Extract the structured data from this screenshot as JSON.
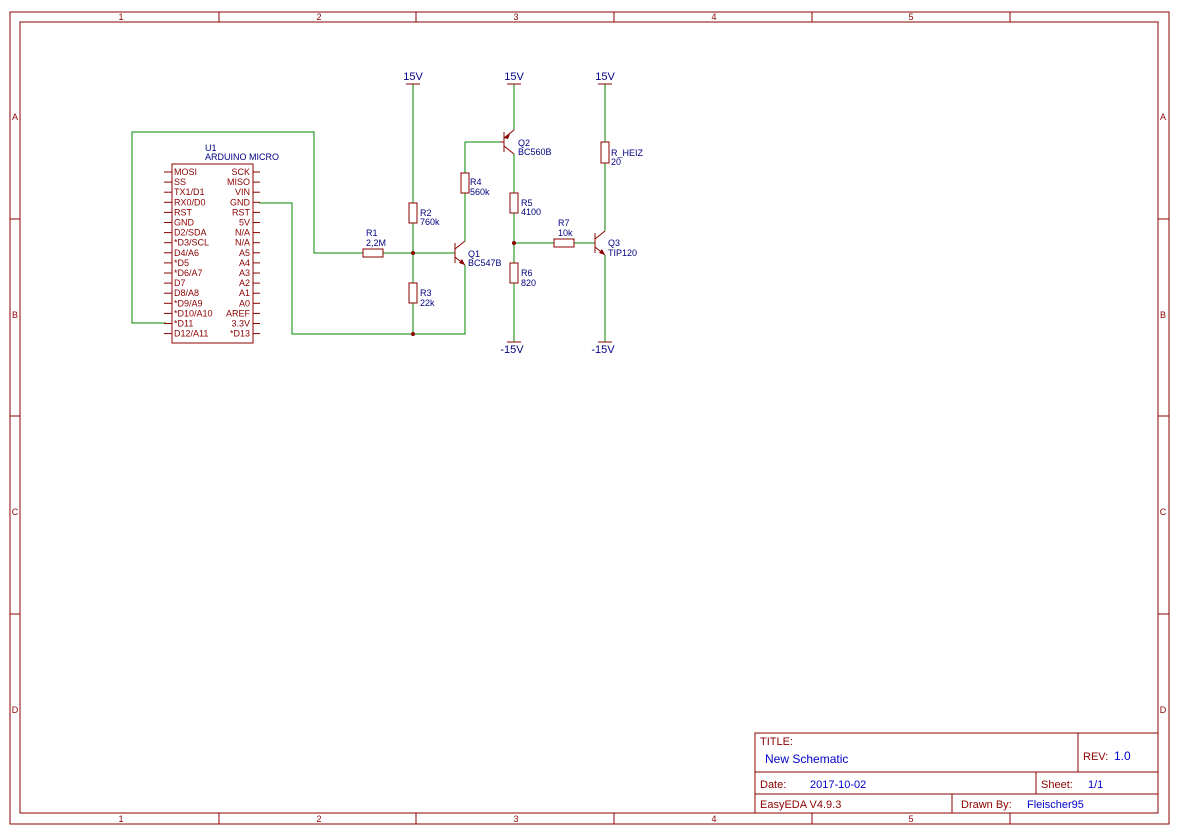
{
  "grid": {
    "columns": [
      "1",
      "2",
      "3",
      "4",
      "5"
    ],
    "rows": [
      "A",
      "B",
      "C",
      "D"
    ]
  },
  "power": {
    "r2_top": "15V",
    "q2_top": "15V",
    "heiz_top": "15V",
    "r6_bottom": "-15V",
    "q3_bottom": "-15V"
  },
  "arduino": {
    "ref": "U1",
    "name": "ARDUINO MICRO",
    "left_pins": [
      "MOSI",
      "SS",
      "TX1/D1",
      "RX0/D0",
      "RST",
      "GND",
      "D2/SDA",
      "*D3/SCL",
      "D4/A6",
      "*D5",
      "*D6/A7",
      "D7",
      "D8/A8",
      "*D9/A9",
      "*D10/A10",
      "*D11",
      "D12/A11"
    ],
    "right_pins": [
      "SCK",
      "MISO",
      "VIN",
      "GND",
      "RST",
      "5V",
      "N/A",
      "N/A",
      "A5",
      "A4",
      "A3",
      "A2",
      "A1",
      "A0",
      "AREF",
      "3.3V",
      "*D13"
    ]
  },
  "components": {
    "r1": {
      "ref": "R1",
      "value": "2,2M"
    },
    "r2": {
      "ref": "R2",
      "value": "760k"
    },
    "r3": {
      "ref": "R3",
      "value": "22k"
    },
    "r4": {
      "ref": "R4",
      "value": "560k"
    },
    "r5": {
      "ref": "R5",
      "value": "4100"
    },
    "r6": {
      "ref": "R6",
      "value": "820"
    },
    "r7": {
      "ref": "R7",
      "value": "10k"
    },
    "rheiz": {
      "ref": "R_HEIZ",
      "value": "20"
    },
    "q1": {
      "ref": "Q1",
      "value": "BC547B"
    },
    "q2": {
      "ref": "Q2",
      "value": "BC560B"
    },
    "q3": {
      "ref": "Q3",
      "value": "TIP120"
    }
  },
  "title_block": {
    "title_label": "TITLE:",
    "title": "New Schematic",
    "rev_label": "REV:",
    "rev": "1.0",
    "date_label": "Date:",
    "date": "2017-10-02",
    "sheet_label": "Sheet:",
    "sheet": "1/1",
    "software": "EasyEDA V4.9.3",
    "drawn_by_label": "Drawn By:",
    "drawn_by": "Fleischer95"
  }
}
